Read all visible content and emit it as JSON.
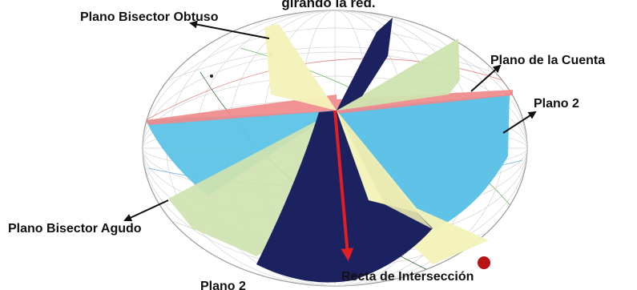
{
  "title": "girando la red.",
  "labels": {
    "plano_bisector_obtuso": "Plano Bisector Obtuso",
    "plano_de_la_cuenta": "Plano de la Cuenta",
    "plano_2_right": "Plano 2",
    "plano_bisector_agudo": "Plano Bisector Agudo",
    "plano_2_bottom": "Plano 2",
    "recta_de_interseccion": "Recta de Intersección"
  },
  "colors": {
    "plano_2": "#5ec3e6",
    "plano_dark": "#1c2160",
    "plano_bisector_obtuso": "#f4f2b8",
    "plano_bisector_agudo": "#cfe3b0",
    "plano_de_la_cuenta": "#f0878a",
    "recta_de_interseccion": "#e01e24",
    "pole_marker": "#b81414",
    "net_lines": "#c8c8c8"
  }
}
